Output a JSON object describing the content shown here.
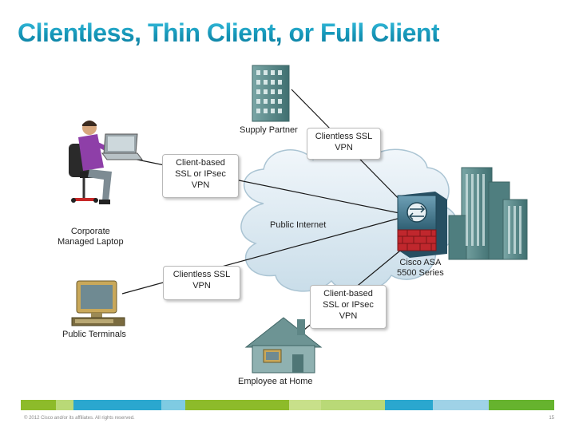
{
  "title": "Clientless, Thin Client, or Full Client",
  "nodes": {
    "laptop": [
      "Corporate",
      "Managed Laptop"
    ],
    "supply": "Supply Partner",
    "terminals": "Public Terminals",
    "home": "Employee at Home",
    "asa": [
      "Cisco ASA",
      "5500 Series"
    ],
    "internet": "Public Internet"
  },
  "callouts": {
    "clientless_top": [
      "Clientless SSL",
      "VPN"
    ],
    "client_based_left": [
      "Client-based",
      "SSL or IPsec",
      "VPN"
    ],
    "clientless_left": [
      "Clientless SSL",
      "VPN"
    ],
    "client_based_bottom": [
      "Client-based",
      "SSL or IPsec",
      "VPN"
    ]
  },
  "footer": {
    "copyright": "© 2012 Cisco and/or its affiliates. All rights reserved.",
    "page": "15",
    "colors": [
      "#8dbb2a",
      "#b9d977",
      "#2aa7cf",
      "#7fcbe2",
      "#8dbb2a",
      "#c8e08a",
      "#b9d977",
      "#2aa7cf",
      "#9fd2e7",
      "#66b32e"
    ]
  },
  "colors": {
    "title": "#1aa5c9",
    "cloud": "#dbe9f2",
    "building": "#5e8f8f",
    "asa_red": "#c0272d"
  }
}
